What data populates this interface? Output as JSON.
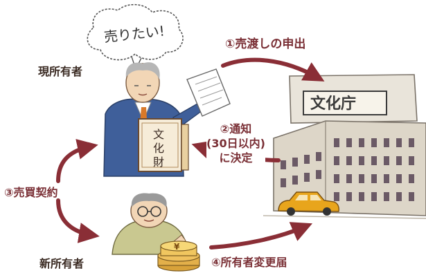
{
  "speech_bubble": {
    "text": "売りたい!"
  },
  "parties": {
    "current_owner": "現所有者",
    "new_owner": "新所有者"
  },
  "building_sign": "文化庁",
  "box_label": "文化財",
  "coin_label": "¥",
  "steps": {
    "step1": "①売渡しの申出",
    "step2_line1": "②通知",
    "step2_line2": "(30日以内)",
    "step2_line3": "に決定",
    "step3": "③売買契約",
    "step4": "④所有者変更届"
  },
  "colors": {
    "arrow": "#8a2e36",
    "label": "#3a2a22",
    "step_label": "#7a2f35",
    "suit": "#3f5f9a",
    "building": "#d9d2c4",
    "car": "#e8a51c"
  }
}
